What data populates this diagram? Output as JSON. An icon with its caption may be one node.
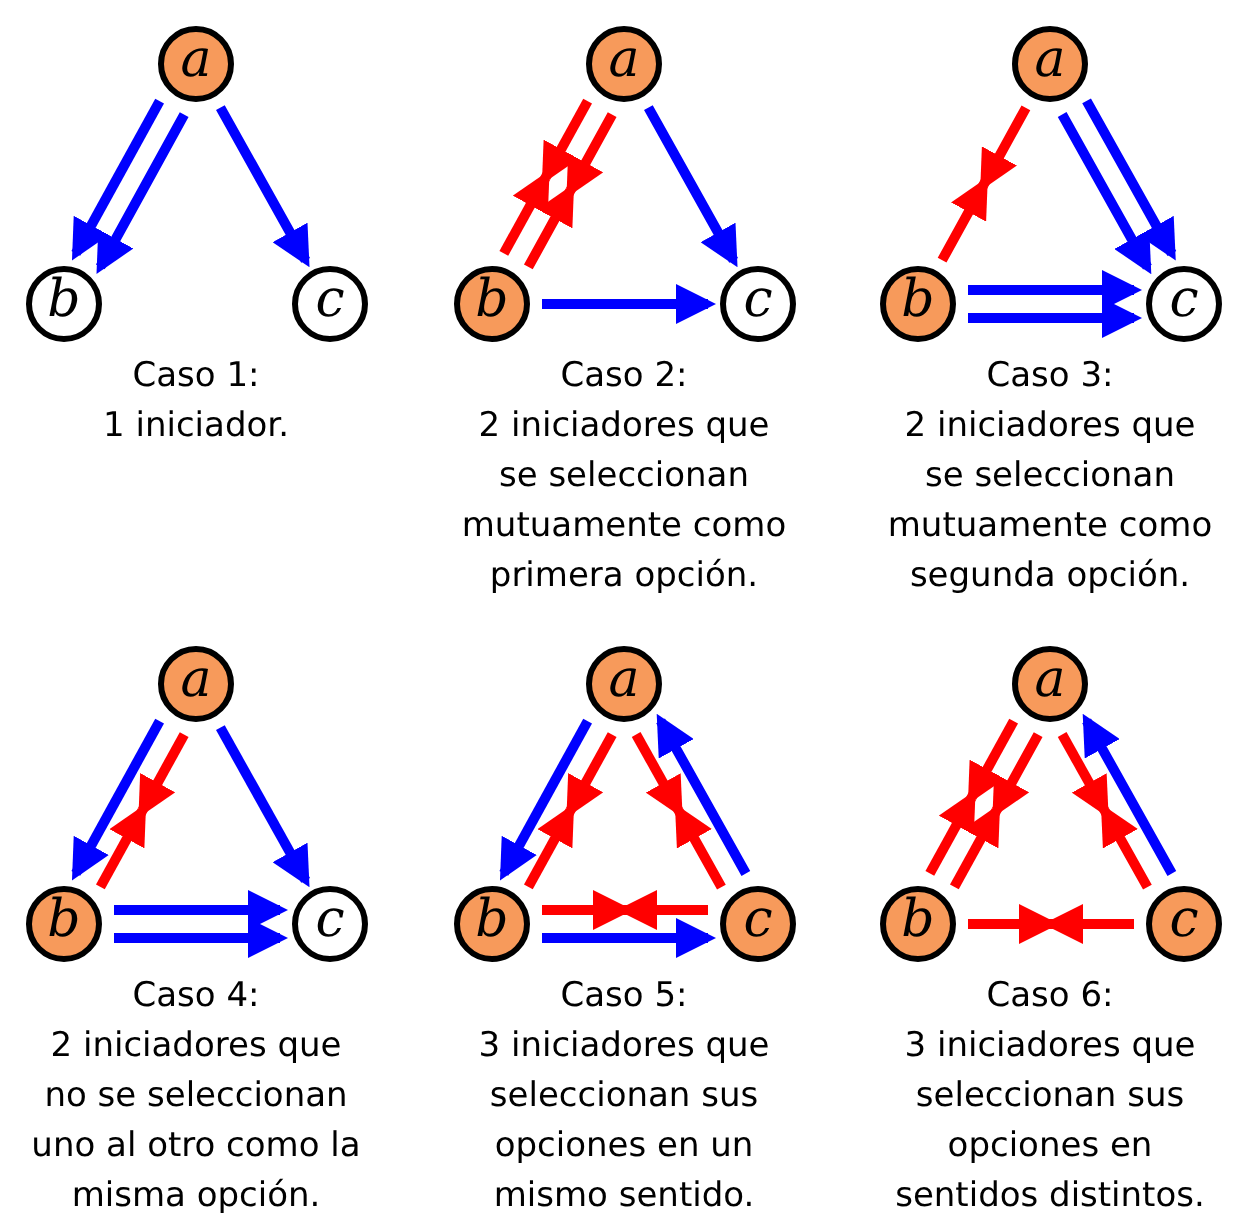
{
  "diagram": {
    "nodes": [
      {
        "text": [
          "a"
        ]
      },
      {
        "text": [
          "b"
        ]
      },
      {
        "text": [
          "c"
        ]
      },
      {
        "text": [
          "a"
        ]
      },
      {
        "text": [
          "b"
        ]
      },
      {
        "text": [
          "c"
        ]
      },
      {
        "text": [
          "a"
        ]
      },
      {
        "text": [
          "b"
        ]
      },
      {
        "text": [
          "c"
        ]
      },
      {
        "text": [
          "a"
        ]
      },
      {
        "text": [
          "b"
        ]
      },
      {
        "text": [
          "c"
        ]
      },
      {
        "text": [
          "a"
        ]
      },
      {
        "text": [
          "b"
        ]
      },
      {
        "text": [
          "c"
        ]
      },
      {
        "text": [
          "a"
        ]
      },
      {
        "text": [
          "b"
        ]
      },
      {
        "text": [
          "c"
        ]
      }
    ],
    "edges": [
      {
        "from": 0,
        "to": 1,
        "arrow": "to",
        "color": "#0000ff"
      },
      {
        "from": 0,
        "to": 1,
        "arrow": "to",
        "color": "#0000ff"
      },
      {
        "from": 0,
        "to": 2,
        "arrow": "to",
        "color": "#0000ff"
      },
      {
        "from": 3,
        "to": null,
        "arrow": "to"
      },
      {
        "from": 4,
        "to": null,
        "arrow": "to"
      },
      {
        "from": 3,
        "to": null,
        "arrow": "to"
      },
      {
        "from": 4,
        "to": null,
        "arrow": "to"
      },
      {
        "from": 3,
        "to": 5,
        "arrow": "to",
        "color": "#0000ff"
      },
      {
        "from": 4,
        "to": 5,
        "arrow": "to",
        "color": "#0000ff"
      },
      {
        "from": 6,
        "to": null,
        "arrow": "to"
      },
      {
        "from": 7,
        "to": null,
        "arrow": "to"
      },
      {
        "from": 6,
        "to": 8,
        "arrow": "to",
        "color": "#0000ff"
      },
      {
        "from": 6,
        "to": 8,
        "arrow": "to",
        "color": "#0000ff"
      },
      {
        "from": 7,
        "to": 8,
        "arrow": "to",
        "color": "#0000ff"
      },
      {
        "from": 7,
        "to": 8,
        "arrow": "to",
        "color": "#0000ff"
      },
      {
        "from": 9,
        "to": 10,
        "arrow": "to",
        "color": "#0000ff"
      },
      {
        "from": 9,
        "to": null,
        "arrow": "to"
      },
      {
        "from": 10,
        "to": null,
        "arrow": "to"
      },
      {
        "from": 9,
        "to": 11,
        "arrow": "to",
        "color": "#0000ff"
      },
      {
        "from": 10,
        "to": 11,
        "arrow": "to",
        "color": "#0000ff"
      },
      {
        "from": 10,
        "to": 11,
        "arrow": "to",
        "color": "#0000ff"
      },
      {
        "from": 12,
        "to": 13,
        "arrow": "to",
        "color": "#0000ff"
      },
      {
        "from": 12,
        "to": null,
        "arrow": "to"
      },
      {
        "from": 13,
        "to": null,
        "arrow": "to"
      },
      {
        "from": 12,
        "to": null,
        "arrow": "to"
      },
      {
        "from": 14,
        "to": null,
        "arrow": "to"
      },
      {
        "from": 14,
        "to": 12,
        "arrow": "to",
        "color": "#0000ff"
      },
      {
        "from": 13,
        "to": null,
        "arrow": "to"
      },
      {
        "from": 14,
        "to": null,
        "arrow": "to"
      },
      {
        "from": 13,
        "to": 14,
        "arrow": "to",
        "color": "#0000ff"
      },
      {
        "from": 15,
        "to": null,
        "arrow": "to"
      },
      {
        "from": 16,
        "to": null,
        "arrow": "to"
      },
      {
        "from": 15,
        "to": null,
        "arrow": "to"
      },
      {
        "from": 16,
        "to": null,
        "arrow": "to"
      },
      {
        "from": 15,
        "to": null,
        "arrow": "to"
      },
      {
        "from": 17,
        "to": null,
        "arrow": "to"
      },
      {
        "from": 17,
        "to": 15,
        "arrow": "to",
        "color": "#0000ff"
      },
      {
        "from": 16,
        "to": null,
        "arrow": "to"
      },
      {
        "from": 17,
        "to": null,
        "arrow": "to"
      }
    ],
    "labels": [
      "Caso 1:",
      "1 iniciador.",
      "Caso 2:",
      "2 iniciadores que se seleccionan mutuamente como primera opción.",
      "Caso 3:",
      "2 iniciadores que se seleccionan mutuamente como segunda opción.",
      "Caso 4:",
      "2 iniciadores que no se seleccionan uno al otro como la misma opción.",
      "Caso 5:",
      "3 iniciadores que seleccionan sus opciones en un mismo sentido.",
      "Caso 6:",
      "3 iniciadores que seleccionan sus opciones en sentidos distintos."
    ]
  }
}
